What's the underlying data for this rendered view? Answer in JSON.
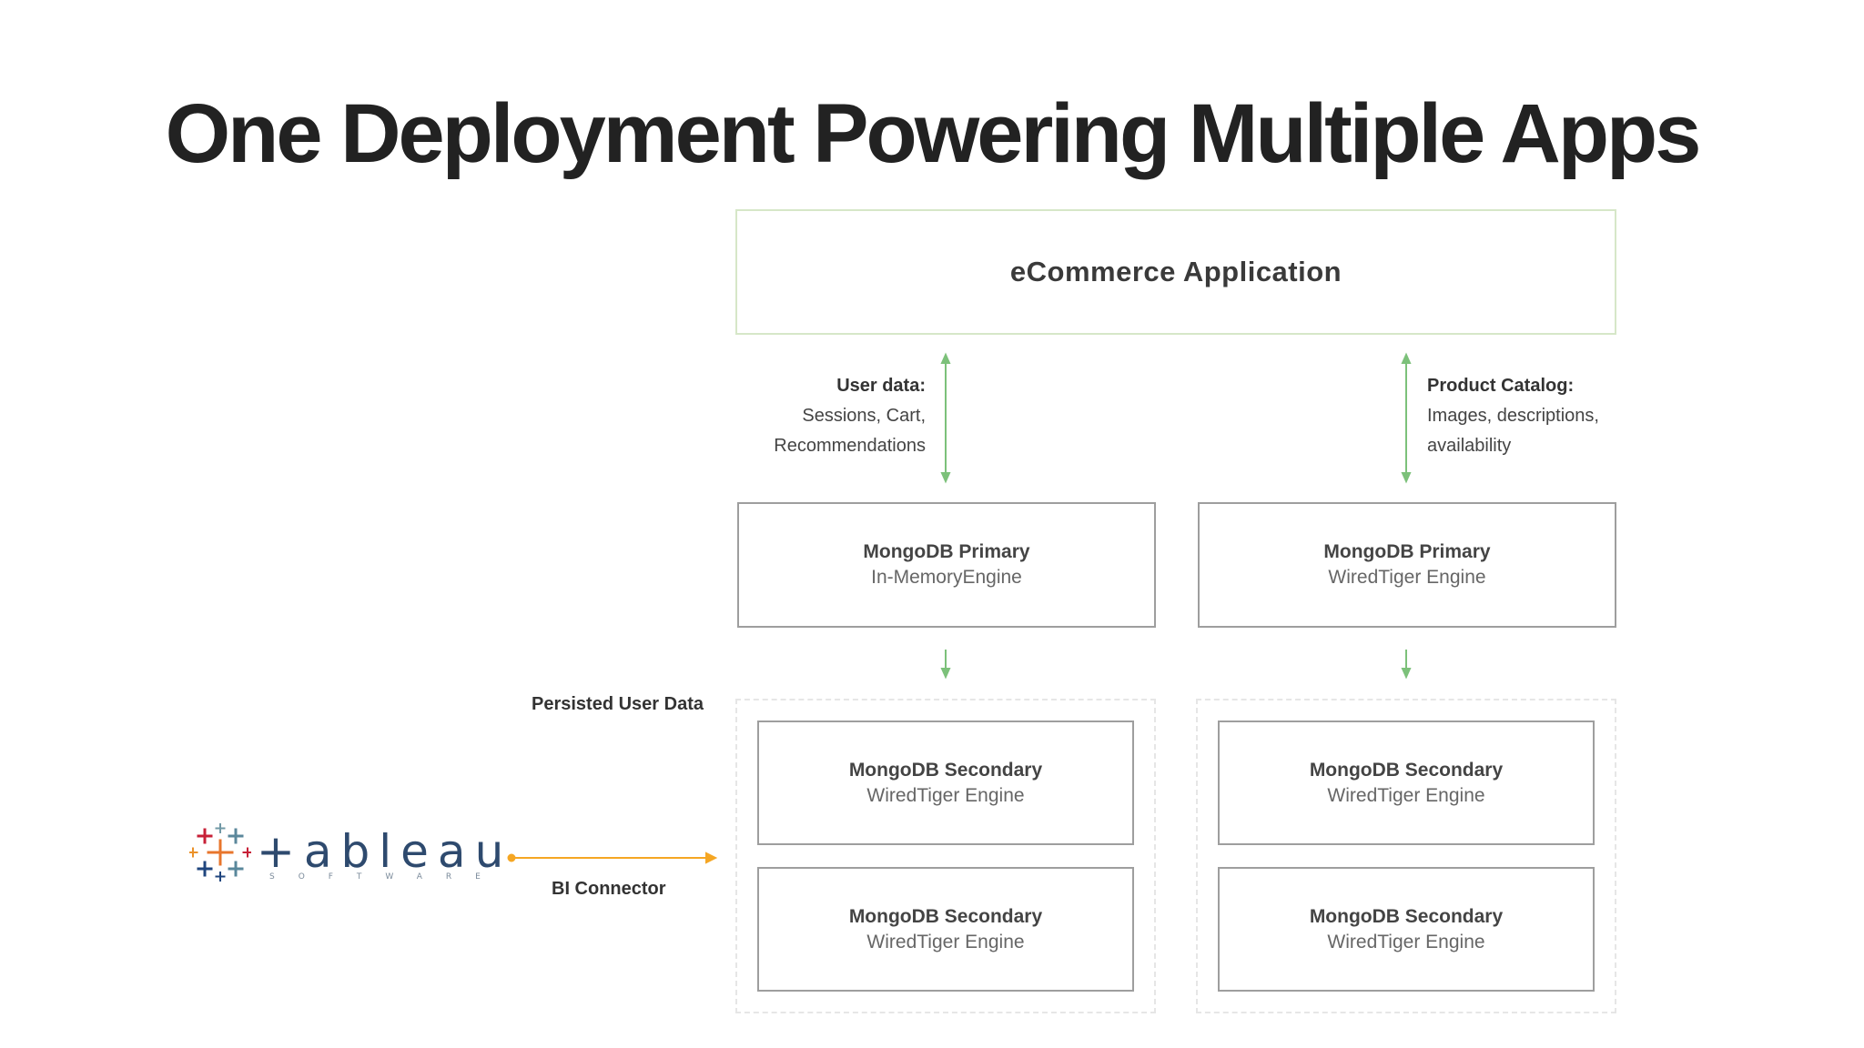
{
  "title": "One Deployment Powering Multiple Apps",
  "app_box": {
    "label": "eCommerce Application"
  },
  "left_flow": {
    "heading": "User data:",
    "line1": "Sessions, Cart,",
    "line2": "Recommendations"
  },
  "right_flow": {
    "heading": "Product Catalog:",
    "line1": "Images, descriptions,",
    "line2": "availability"
  },
  "left_primary": {
    "title": "MongoDB Primary",
    "engine": "In-MemoryEngine"
  },
  "right_primary": {
    "title": "MongoDB Primary",
    "engine": "WiredTiger Engine"
  },
  "left_secondaries": [
    {
      "title": "MongoDB Secondary",
      "engine": "WiredTiger Engine"
    },
    {
      "title": "MongoDB Secondary",
      "engine": "WiredTiger Engine"
    }
  ],
  "right_secondaries": [
    {
      "title": "MongoDB Secondary",
      "engine": "WiredTiger Engine"
    },
    {
      "title": "MongoDB Secondary",
      "engine": "WiredTiger Engine"
    }
  ],
  "persisted_label": "Persisted User Data",
  "bi_connector_label": "BI Connector",
  "logo": {
    "word": "+ableau",
    "subtitle": "SOFTWARE"
  },
  "colors": {
    "app_border": "#d6e7c8",
    "db_border": "#9e9e9e",
    "arrow_green": "#7cc17a",
    "arrow_orange": "#f5a623"
  }
}
